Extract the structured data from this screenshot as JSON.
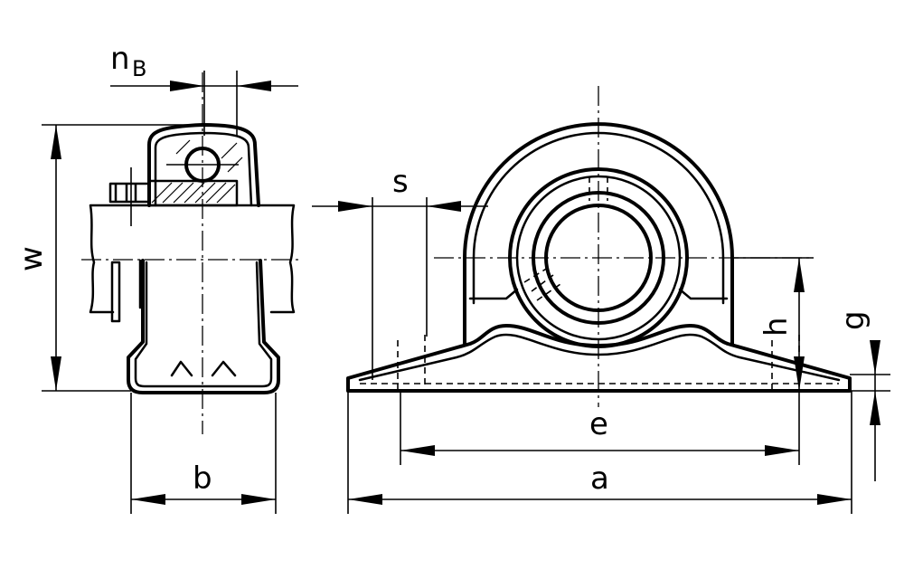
{
  "dimensions": {
    "nB": {
      "main": "n",
      "sub": "B"
    },
    "w": "w",
    "b": "b",
    "s": "s",
    "h": "h",
    "g": "g",
    "e": "e",
    "a": "a"
  }
}
